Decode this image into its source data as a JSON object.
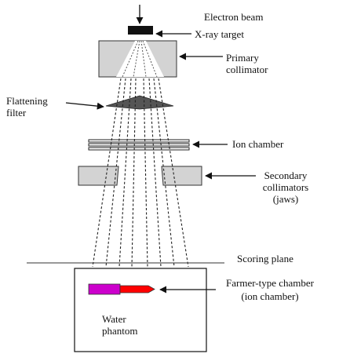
{
  "labels": {
    "electron_beam": "Electron beam",
    "xray_target": "X-ray target",
    "primary_collimator_l1": "Primary",
    "primary_collimator_l2": "collimator",
    "flattening_filter_l1": "Flattening",
    "flattening_filter_l2": "filter",
    "ion_chamber": "Ion chamber",
    "secondary_collimators_l1": "Secondary",
    "secondary_collimators_l2": "collimators",
    "secondary_collimators_l3": "(jaws)",
    "scoring_plane": "Scoring plane",
    "farmer_chamber_l1": "Farmer-type chamber",
    "farmer_chamber_l2": "(ion chamber)",
    "water_phantom_l1": "Water",
    "water_phantom_l2": "phantom"
  },
  "colors": {
    "line": "#111111",
    "collimator_fill": "#d3d3d3",
    "target_fill": "#111111",
    "filter_fill": "#555555",
    "chamber_body": "#cc00cc",
    "chamber_tip": "#ff0000"
  }
}
